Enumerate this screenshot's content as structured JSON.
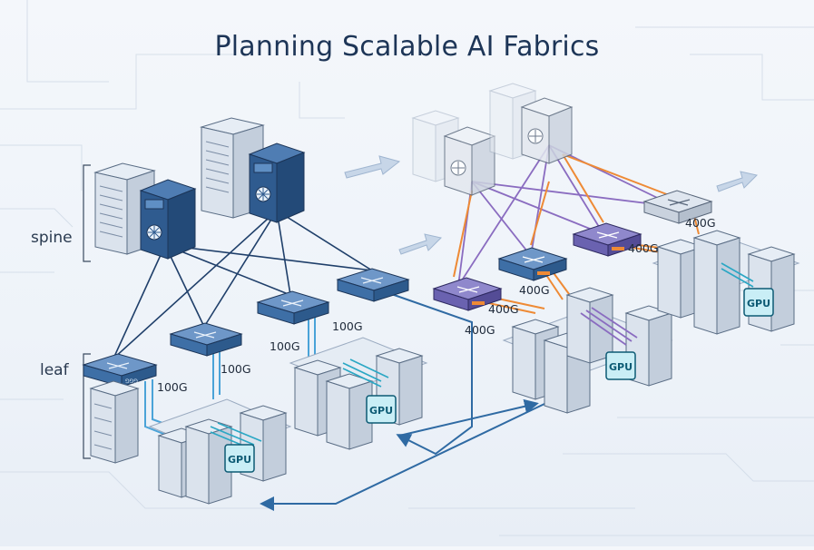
{
  "title": "Planning Scalable AI Fabrics",
  "tiers": {
    "spine": "spine",
    "leaf": "leaf"
  },
  "links": {
    "l1": "100G",
    "l2": "100G",
    "l3": "100G",
    "l4": "100G",
    "r1": "400G",
    "r2": "400G",
    "r3": "400G",
    "r4": "400G",
    "r5": "400G"
  },
  "gpu_labels": {
    "g1": "GPU",
    "g2": "GPU",
    "g3": "GPU",
    "g4": "GPU"
  },
  "colors": {
    "title": "#1d3557",
    "spine_switch": "#2f5b8f",
    "leaf_switch": "#3e6fa6",
    "purple_switch": "#6a62b0",
    "link_blue": "#1f3f6a",
    "link_cyan": "#4aa3d8",
    "link_orange": "#ee8a35",
    "link_purple": "#8a6cc0",
    "gpu": "#2aa7c4"
  }
}
